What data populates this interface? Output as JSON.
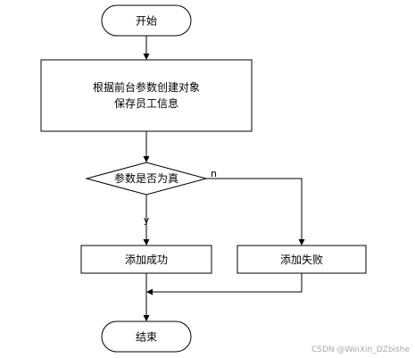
{
  "nodes": {
    "start": {
      "label": "开始"
    },
    "process": {
      "lines": [
        "根据前台参数创建对象",
        "保存员工信息"
      ]
    },
    "decision": {
      "label": "参数是否为真"
    },
    "success": {
      "label": "添加成功"
    },
    "failure": {
      "label": "添加失败"
    },
    "end": {
      "label": "结束"
    }
  },
  "edges": {
    "yes_label": "y",
    "no_label": "n"
  },
  "watermark": "CSDN @WeiXin_DZbishe"
}
